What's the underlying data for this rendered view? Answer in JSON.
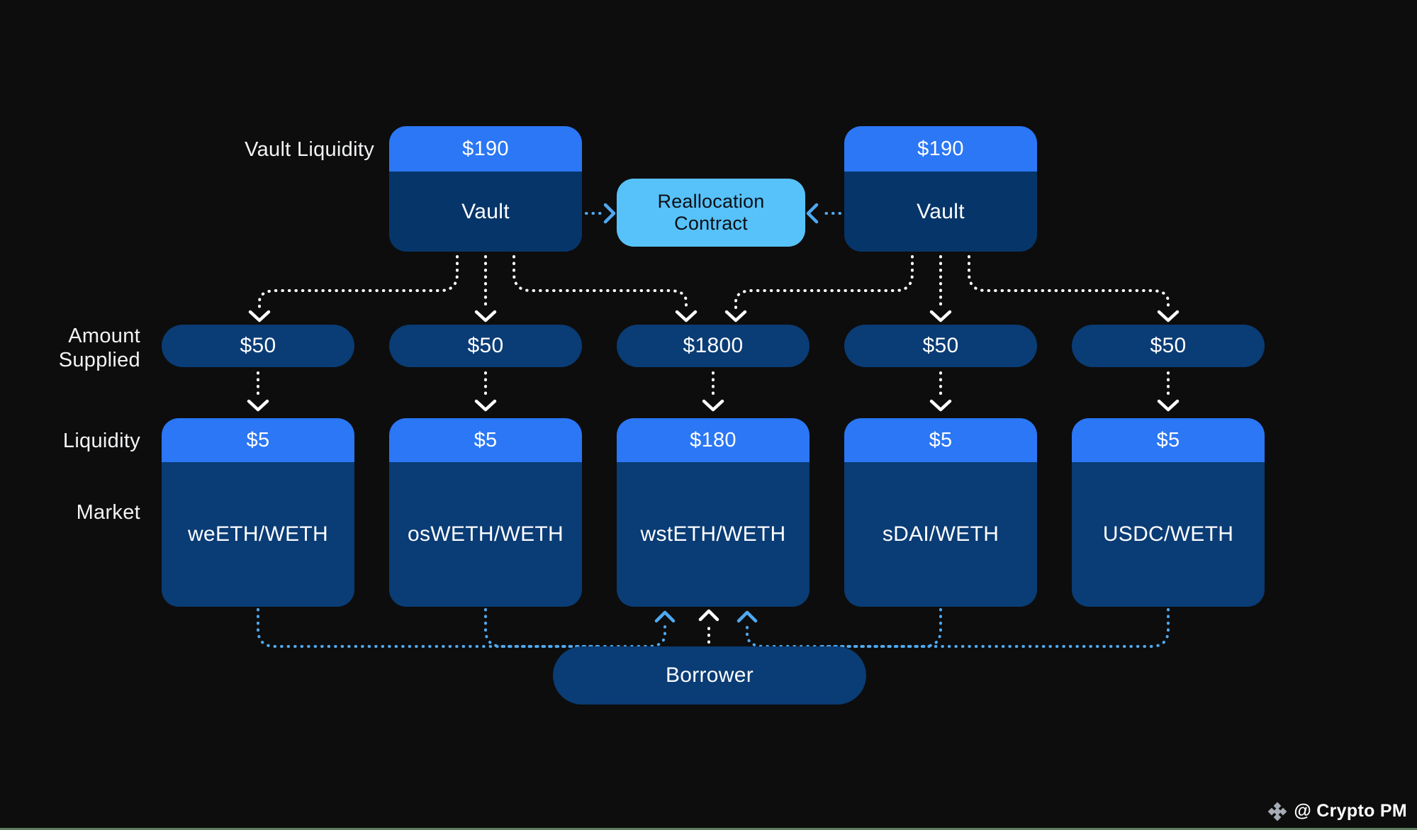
{
  "diagram": {
    "labels": {
      "vault_liquidity": "Vault Liquidity",
      "amount_supplied": [
        "Amount",
        "Supplied"
      ],
      "liquidity": "Liquidity",
      "market": "Market"
    },
    "vaults": [
      {
        "value": "$190",
        "name": "Vault"
      },
      {
        "value": "$190",
        "name": "Vault"
      }
    ],
    "reallocation_contract": {
      "lines": [
        "Reallocation",
        "Contract"
      ]
    },
    "amounts_supplied": [
      "$50",
      "$50",
      "$1800",
      "$50",
      "$50"
    ],
    "markets": [
      {
        "liquidity": "$5",
        "name": "weETH/WETH"
      },
      {
        "liquidity": "$5",
        "name": "osWETH/WETH"
      },
      {
        "liquidity": "$180",
        "name": "wstETH/WETH"
      },
      {
        "liquidity": "$5",
        "name": "sDAI/WETH"
      },
      {
        "liquidity": "$5",
        "name": "USDC/WETH"
      }
    ],
    "borrower": "Borrower",
    "credit": "@ Crypto PM"
  },
  "colors": {
    "background": "#0D0D0D",
    "bright_blue": "#2B77F5",
    "vault_navy": "#063569",
    "deep_navy": "#0A3C75",
    "sky_blue": "#57C2FA",
    "arrow_blue": "#4FA9F0",
    "arrow_white": "#FFFFFF",
    "footer_green": "#5E7D60",
    "logo_gray": "#A6ACB5"
  }
}
